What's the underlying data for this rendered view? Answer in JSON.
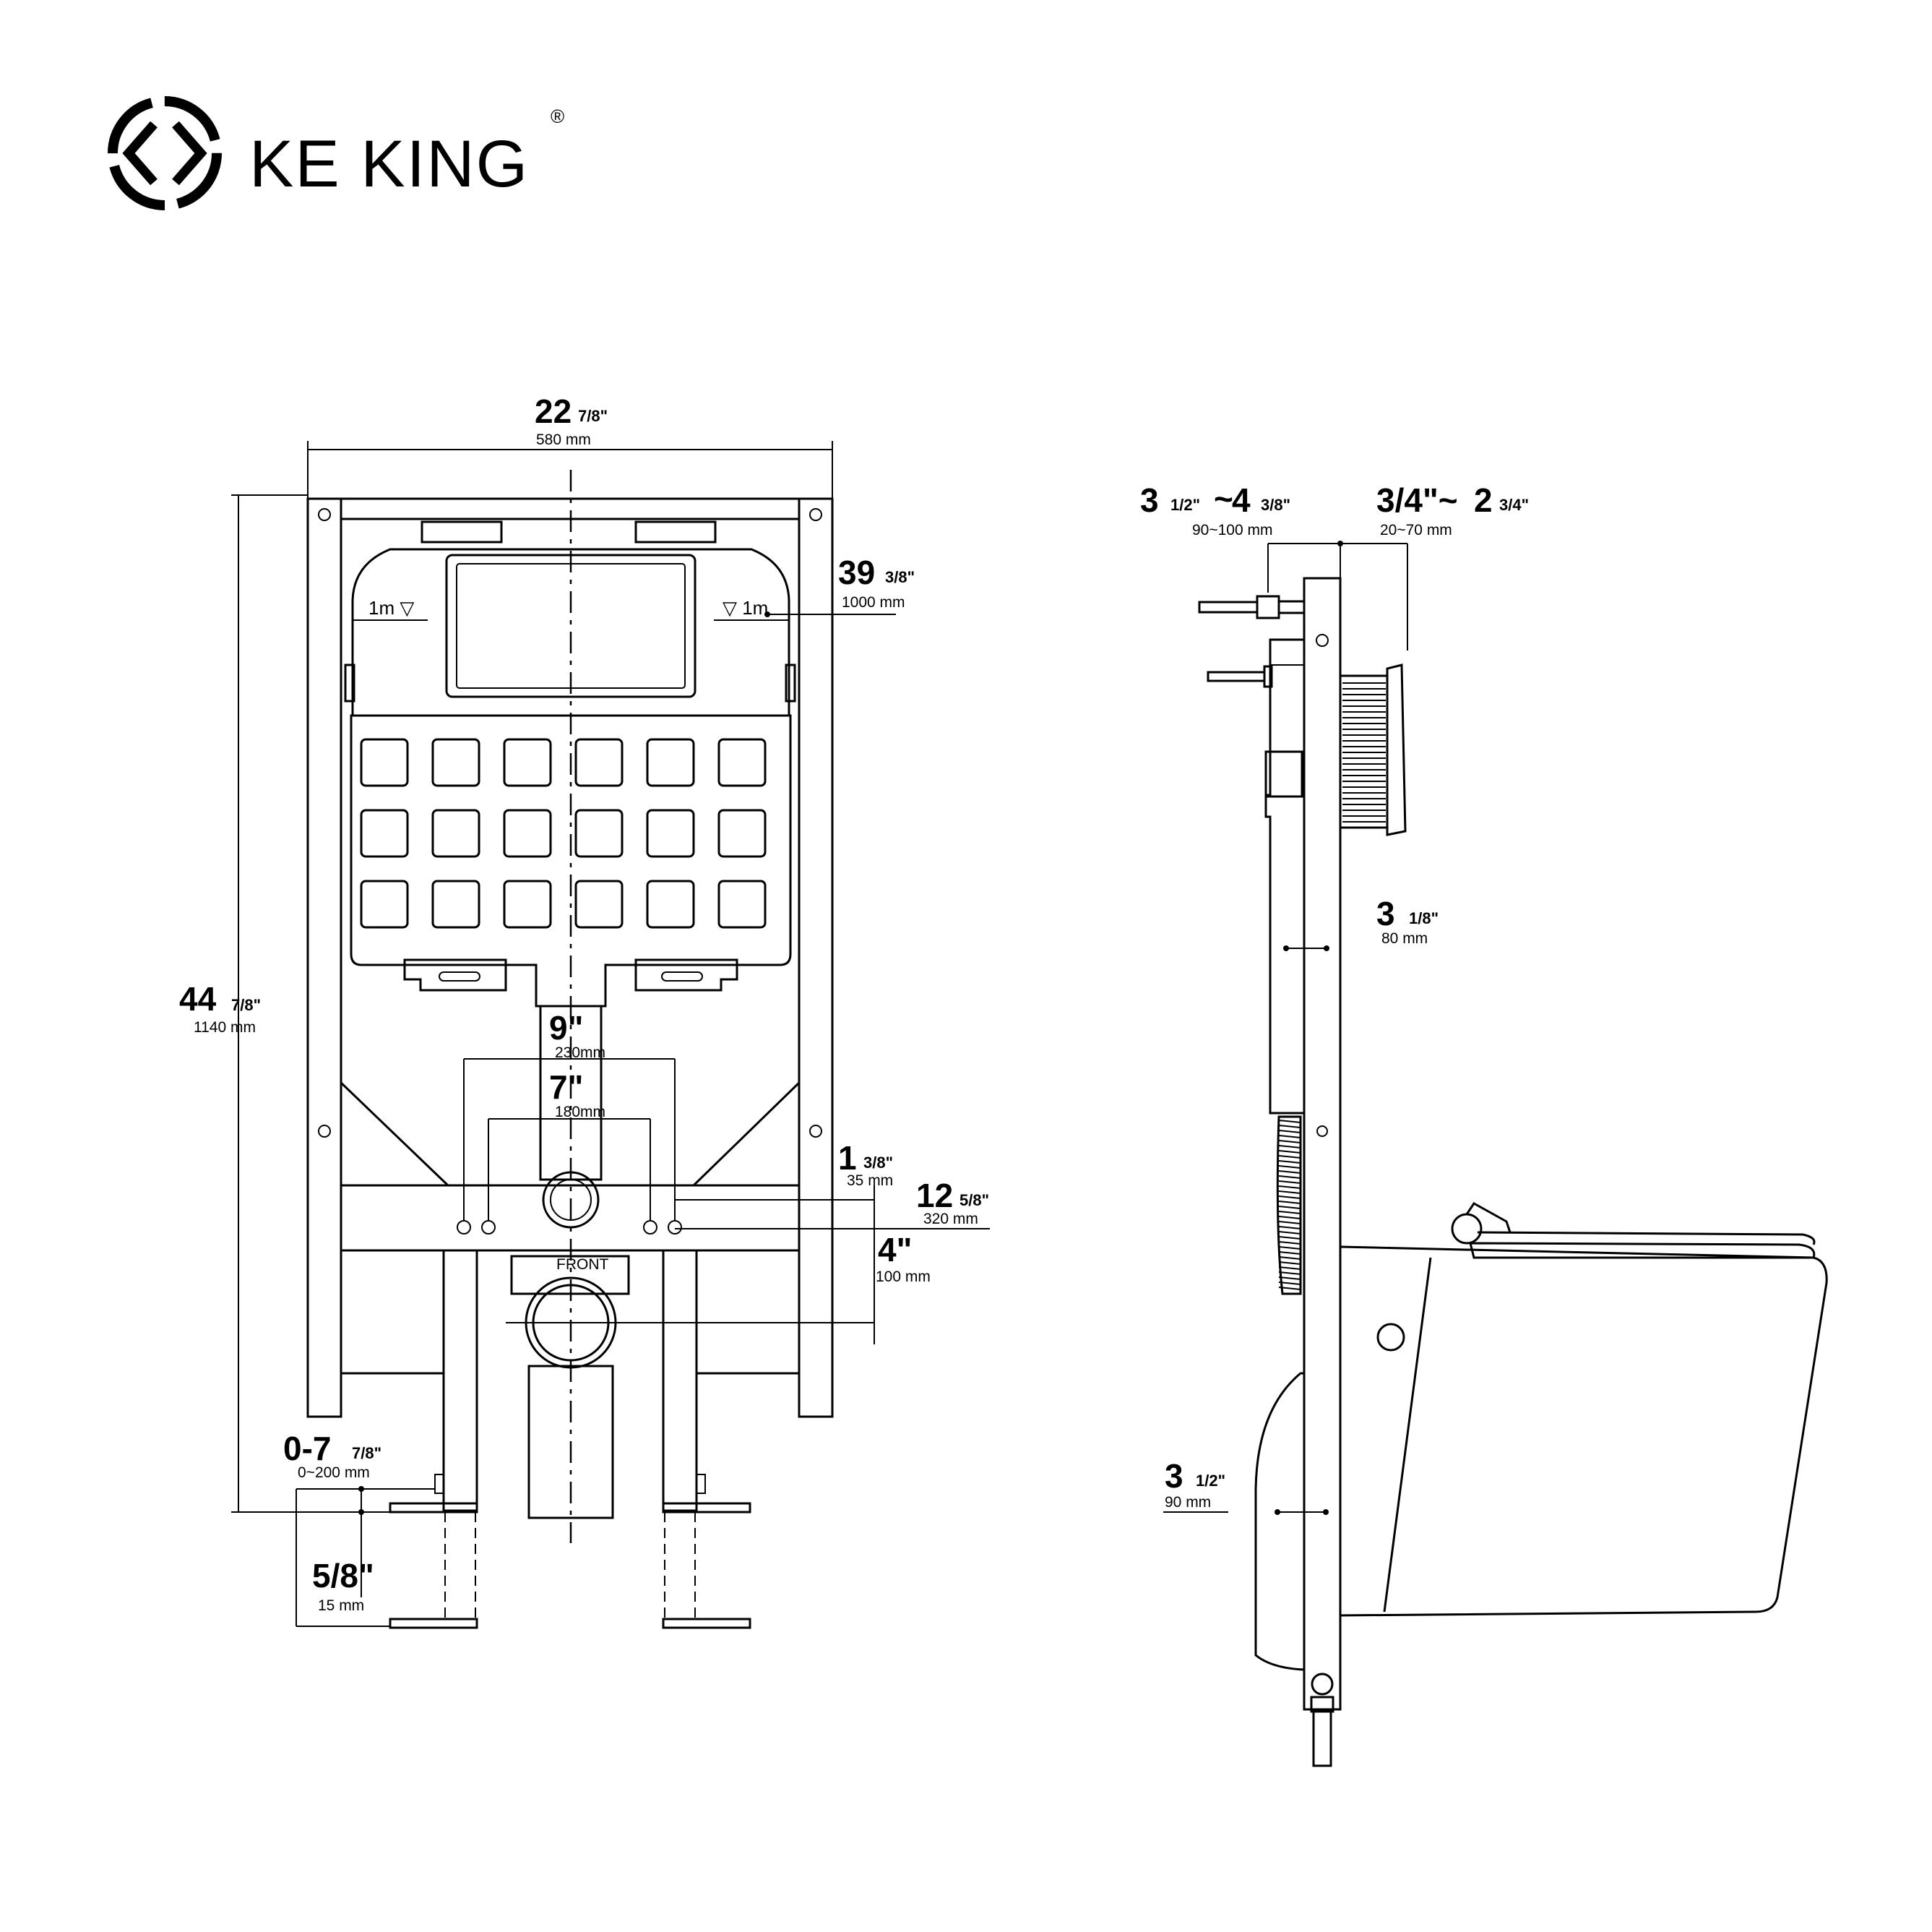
{
  "brand": {
    "name": "KE KING",
    "registered_mark": "®",
    "logo_icon": "ke-king-logo-icon"
  },
  "front_view": {
    "width": {
      "main": "22",
      "frac": "7/8\"",
      "mm": "580 mm"
    },
    "height": {
      "main": "44",
      "frac": "7/8\"",
      "mm": "1140 mm"
    },
    "flush_height": {
      "main": "39",
      "frac": "3/8\"",
      "mm": "1000 mm"
    },
    "level_mark_left": "1m ▽",
    "level_mark_right": "▽ 1m",
    "bolt_spacing_outer": {
      "main": "9\"",
      "mm": "230mm"
    },
    "bolt_spacing_inner": {
      "main": "7\"",
      "mm": "180mm"
    },
    "bolt_offset": {
      "main": "1",
      "frac": "3/8\"",
      "mm": "35 mm"
    },
    "bolt_height": {
      "main": "12",
      "frac": "5/8\"",
      "mm": "320 mm"
    },
    "drain_offset": {
      "main": "4\"",
      "mm": "100 mm"
    },
    "leg_adjust": {
      "main": "0-7",
      "frac": "7/8\"",
      "mm": "0~200 mm"
    },
    "floor_offset": {
      "main": "5/8\"",
      "mm": "15 mm"
    },
    "drain_label": "FRONT"
  },
  "side_view": {
    "pipe_depth": {
      "main_a": "3",
      "frac_a": "1/2\"",
      "sep": "~",
      "main_b": "4",
      "frac_b": "3/8\"",
      "mm": "90~100 mm"
    },
    "wall_depth": {
      "main_a": "3/4\"~",
      "main_b": "2",
      "frac_b": "3/4\"",
      "mm": "20~70 mm"
    },
    "tank_depth": {
      "main": "3",
      "frac": "1/8\"",
      "mm": "80 mm"
    },
    "bottom_depth": {
      "main": "3",
      "frac": "1/2\"",
      "mm": "90 mm"
    }
  }
}
